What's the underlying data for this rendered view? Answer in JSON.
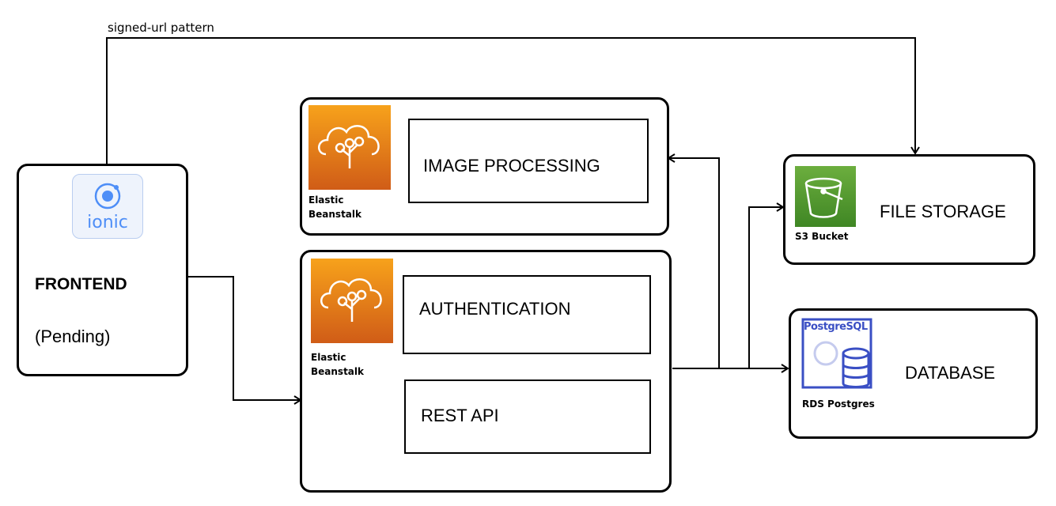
{
  "edge_label": "signed-url pattern",
  "frontend": {
    "title": "FRONTEND",
    "status": "(Pending)",
    "icon_text": "ionic",
    "icon": "ionic-logo-icon"
  },
  "processing_group": {
    "service_label_line1": "Elastic",
    "service_label_line2": "Beanstalk",
    "icon": "elastic-beanstalk-icon",
    "component": "IMAGE PROCESSING"
  },
  "api_group": {
    "service_label_line1": "Elastic",
    "service_label_line2": "Beanstalk",
    "icon": "elastic-beanstalk-icon",
    "components": [
      "AUTHENTICATION",
      "REST API"
    ]
  },
  "file_storage": {
    "title": "FILE STORAGE",
    "service_label": "S3 Bucket",
    "icon": "s3-bucket-icon"
  },
  "database": {
    "title": "DATABASE",
    "service_label": "RDS Postgres",
    "icon_text": "PostgreSQL",
    "icon": "postgresql-database-icon"
  },
  "colors": {
    "beanstalk_orange_top": "#F7A21B",
    "beanstalk_orange_bottom": "#D05C17",
    "s3_green_top": "#6CAE3E",
    "s3_green_bottom": "#3F8624",
    "ionic_blue": "#4E8EF7",
    "postgres_blue": "#3A4FC4"
  }
}
